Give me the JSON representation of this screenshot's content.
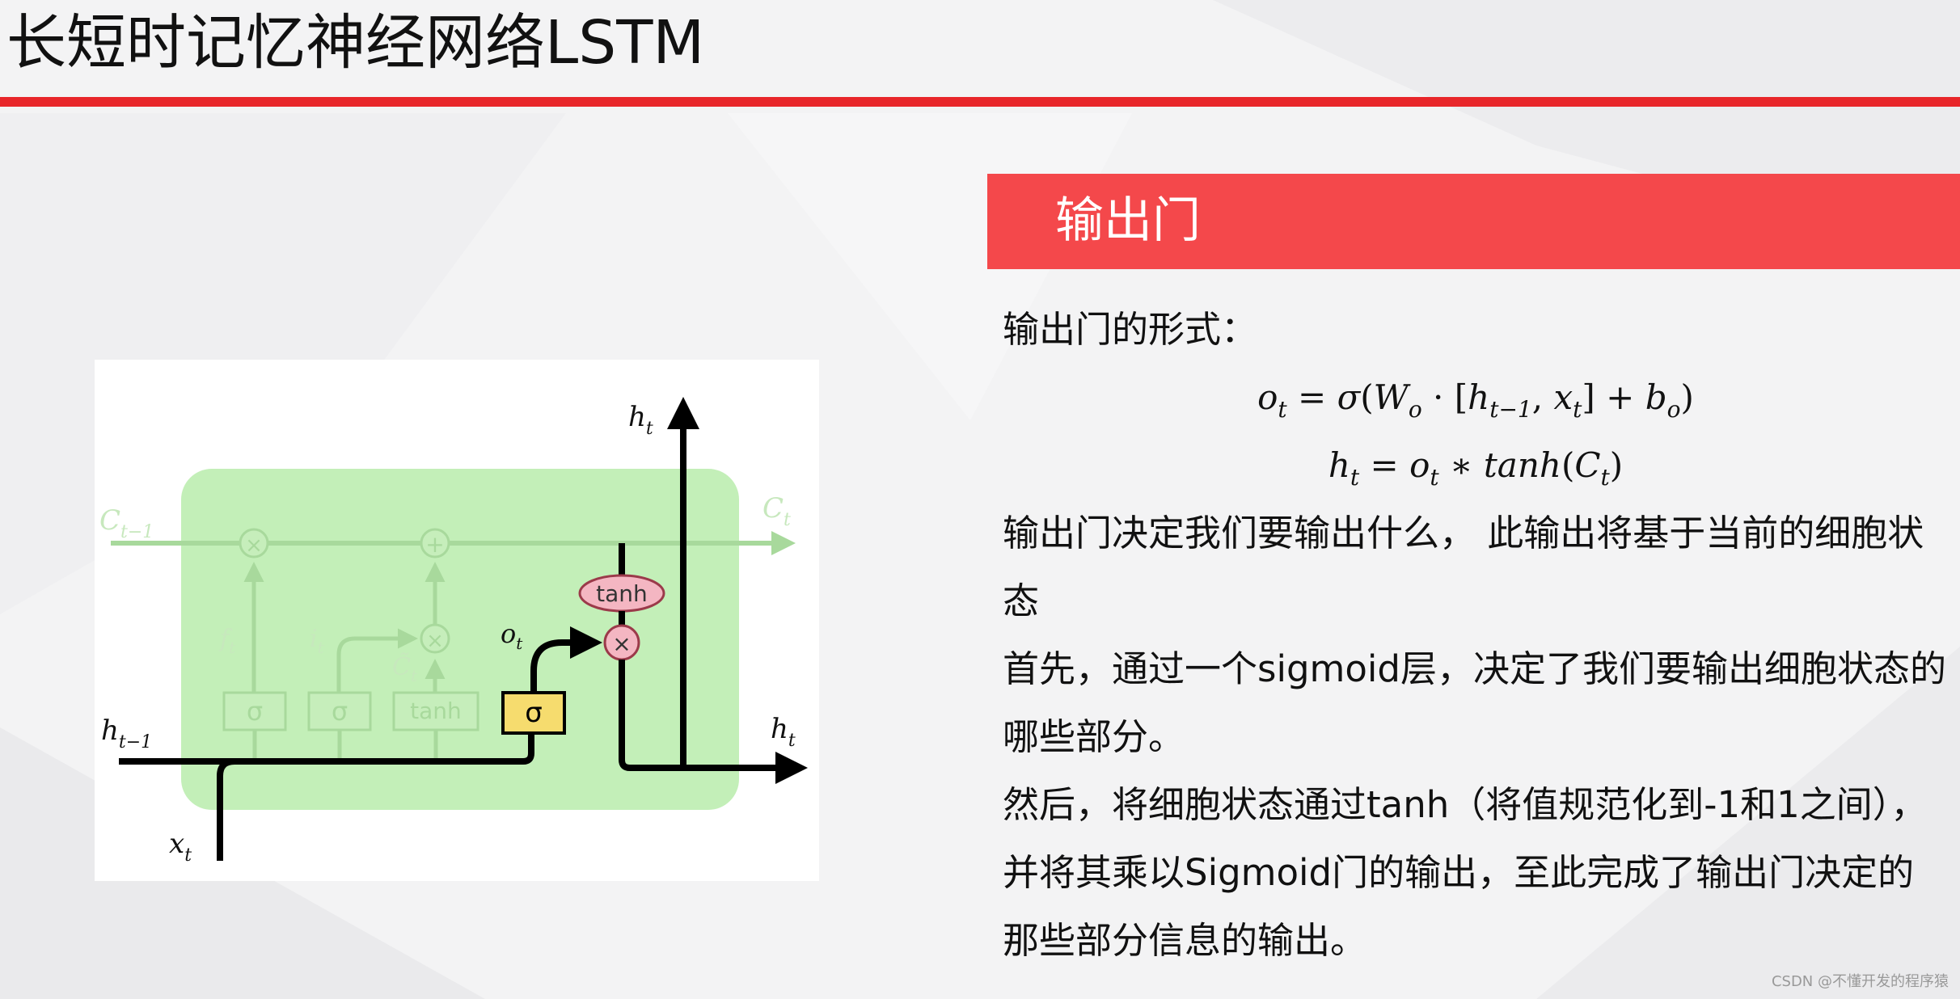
{
  "page": {
    "title": "长短时记忆神经网络LSTM",
    "accent_color": "#e8262a",
    "banner_color": "#f4484b"
  },
  "section": {
    "heading": "输出门"
  },
  "body": {
    "intro": "输出门的形式：",
    "formula1": {
      "o": "o",
      "t": "t",
      "sigma": "σ",
      "W": "W",
      "wsub": "o",
      "h": "h",
      "hsub": "t−1",
      "x": "x",
      "xsub": "t",
      "b": "b",
      "bsub": "o"
    },
    "formula2": {
      "h": "h",
      "hsub": "t",
      "o": "o",
      "osub": "t",
      "tanh": "tanh",
      "C": "C",
      "csub": "t"
    },
    "para1": "输出门决定我们要输出什么， 此输出将基于当前的细胞状态",
    "para2": "首先，通过一个sigmoid层，决定了我们要输出细胞状态的哪些部分。",
    "para3": "然后，将细胞状态通过tanh（将值规范化到-1和1之间），并将其乘以Sigmoid门的输出，至此完成了输出门决定的那些部分信息的输出。"
  },
  "diagram": {
    "label_ht_top": "h",
    "label_ht_top_sub": "t",
    "label_ct_prev": "C",
    "label_ct_prev_sub": "t−1",
    "label_ct": "C",
    "label_ct_sub": "t",
    "label_ft": "f",
    "label_ft_sub": "t",
    "label_it": "i",
    "label_it_sub": "t",
    "label_ctilde": "C̃",
    "label_ctilde_sub": "t",
    "label_ot": "o",
    "label_ot_sub": "t",
    "label_ht_prev": "h",
    "label_ht_prev_sub": "t−1",
    "label_ht_right": "h",
    "label_ht_right_sub": "t",
    "label_xt": "x",
    "label_xt_sub": "t",
    "gate_sigma_1": "σ",
    "gate_sigma_2": "σ",
    "gate_tanh_faded": "tanh",
    "gate_sigma_output": "σ",
    "op_tanh": "tanh",
    "op_multiply": "×",
    "op_multiply_faded_1": "×",
    "op_plus_faded": "+",
    "op_multiply_faded_2": "×",
    "cell_color": "#b8ecab",
    "sigma_gate_color": "#f6dc6e",
    "tanh_op_color": "#f4b6c2"
  },
  "footer": {
    "watermark": "CSDN @不懂开发的程序猿"
  }
}
